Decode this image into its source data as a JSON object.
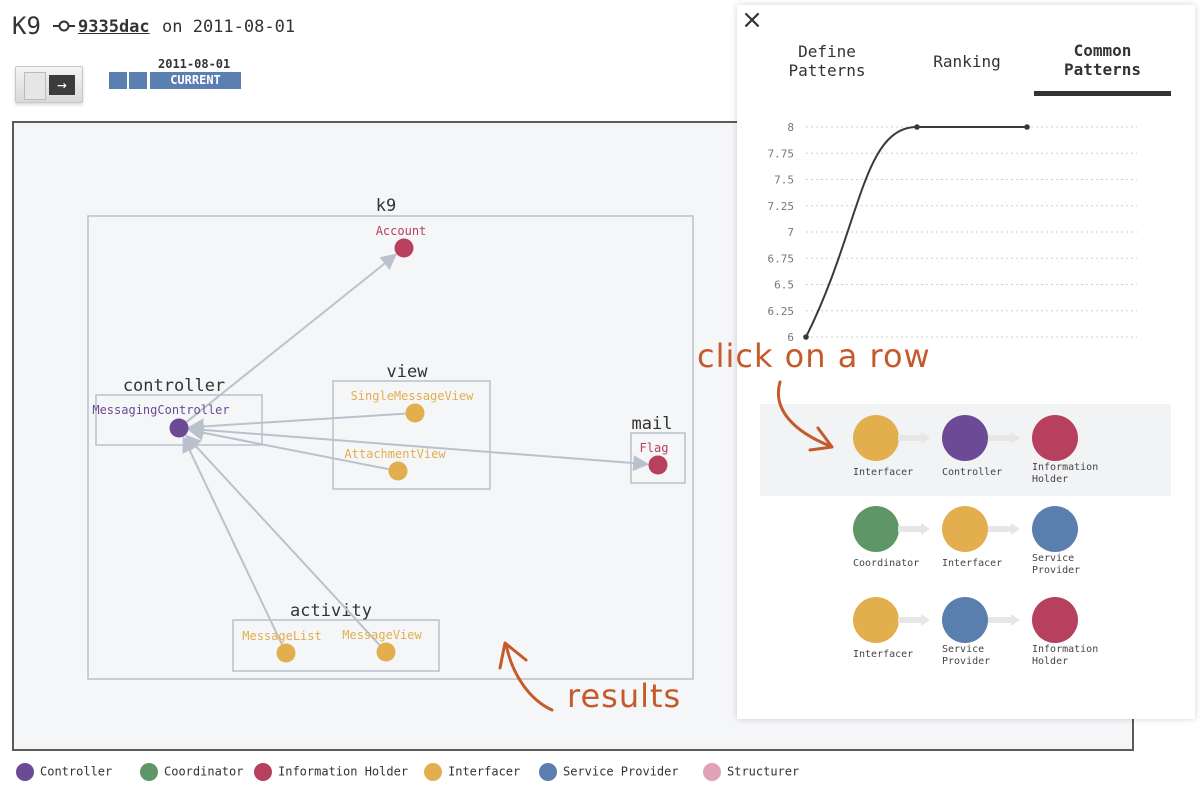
{
  "header": {
    "project": "K9",
    "commit_hash": "9335dac",
    "commit_date_text": "on 2011-08-01",
    "timeline_date": "2011-08-01",
    "timeline_current": "CURRENT"
  },
  "graph": {
    "packages": [
      {
        "id": "k9",
        "label": "k9"
      },
      {
        "id": "controller",
        "label": "controller"
      },
      {
        "id": "view",
        "label": "view"
      },
      {
        "id": "mail",
        "label": "mail"
      },
      {
        "id": "activity",
        "label": "activity"
      }
    ],
    "nodes": [
      {
        "id": "account",
        "label": "Account",
        "role": "Information Holder"
      },
      {
        "id": "messaging_controller",
        "label": "MessagingController",
        "role": "Controller"
      },
      {
        "id": "single_message_view",
        "label": "SingleMessageView",
        "role": "Interfacer"
      },
      {
        "id": "attachment_view",
        "label": "AttachmentView",
        "role": "Interfacer"
      },
      {
        "id": "flag",
        "label": "Flag",
        "role": "Information Holder"
      },
      {
        "id": "message_list",
        "label": "MessageList",
        "role": "Interfacer"
      },
      {
        "id": "message_view",
        "label": "MessageView",
        "role": "Interfacer"
      }
    ],
    "edges": [
      {
        "from": "messaging_controller",
        "to": "account"
      },
      {
        "from": "single_message_view",
        "to": "messaging_controller"
      },
      {
        "from": "attachment_view",
        "to": "messaging_controller"
      },
      {
        "from": "messaging_controller",
        "to": "flag"
      },
      {
        "from": "message_list",
        "to": "messaging_controller"
      },
      {
        "from": "message_view",
        "to": "messaging_controller"
      }
    ]
  },
  "panel": {
    "tabs": [
      {
        "id": "define",
        "label": "Define Patterns"
      },
      {
        "id": "ranking",
        "label": "Ranking"
      },
      {
        "id": "common",
        "label": "Common Patterns",
        "active": true
      }
    ],
    "close_symbol": "×"
  },
  "chart_data": {
    "type": "line",
    "title": "",
    "xlabel": "",
    "ylabel": "",
    "y_ticks": [
      "8",
      "7.75",
      "7.5",
      "7.25",
      "7",
      "6.75",
      "6.5",
      "6.25",
      "6"
    ],
    "ylim": [
      6,
      8
    ],
    "grid": true,
    "series": [
      {
        "values": [
          6,
          8,
          8
        ]
      }
    ]
  },
  "patterns": [
    {
      "selected": true,
      "steps": [
        {
          "role": "Interfacer",
          "label_lines": [
            "Interfacer"
          ]
        },
        {
          "role": "Controller",
          "label_lines": [
            "Controller"
          ]
        },
        {
          "role": "Information Holder",
          "label_lines": [
            "Information",
            "Holder"
          ]
        }
      ]
    },
    {
      "selected": false,
      "steps": [
        {
          "role": "Coordinator",
          "label_lines": [
            "Coordinator"
          ]
        },
        {
          "role": "Interfacer",
          "label_lines": [
            "Interfacer"
          ]
        },
        {
          "role": "Service Provider",
          "label_lines": [
            "Service",
            "Provider"
          ]
        }
      ]
    },
    {
      "selected": false,
      "steps": [
        {
          "role": "Interfacer",
          "label_lines": [
            "Interfacer"
          ]
        },
        {
          "role": "Service Provider",
          "label_lines": [
            "Service",
            "Provider"
          ]
        },
        {
          "role": "Information Holder",
          "label_lines": [
            "Information",
            "Holder"
          ]
        }
      ]
    }
  ],
  "annotations": {
    "click_hint": "click on a row",
    "results_hint": "results"
  },
  "legend": [
    {
      "role": "Controller",
      "label": "Controller",
      "color": "#6c4a96"
    },
    {
      "role": "Coordinator",
      "label": "Coordinator",
      "color": "#5e9667"
    },
    {
      "role": "Information Holder",
      "label": "Information Holder",
      "color": "#b8405f"
    },
    {
      "role": "Interfacer",
      "label": "Interfacer",
      "color": "#e3ae4e"
    },
    {
      "role": "Service Provider",
      "label": "Service Provider",
      "color": "#5a7fae"
    },
    {
      "role": "Structurer",
      "label": "Structurer",
      "color": "#e3a3b6"
    }
  ]
}
